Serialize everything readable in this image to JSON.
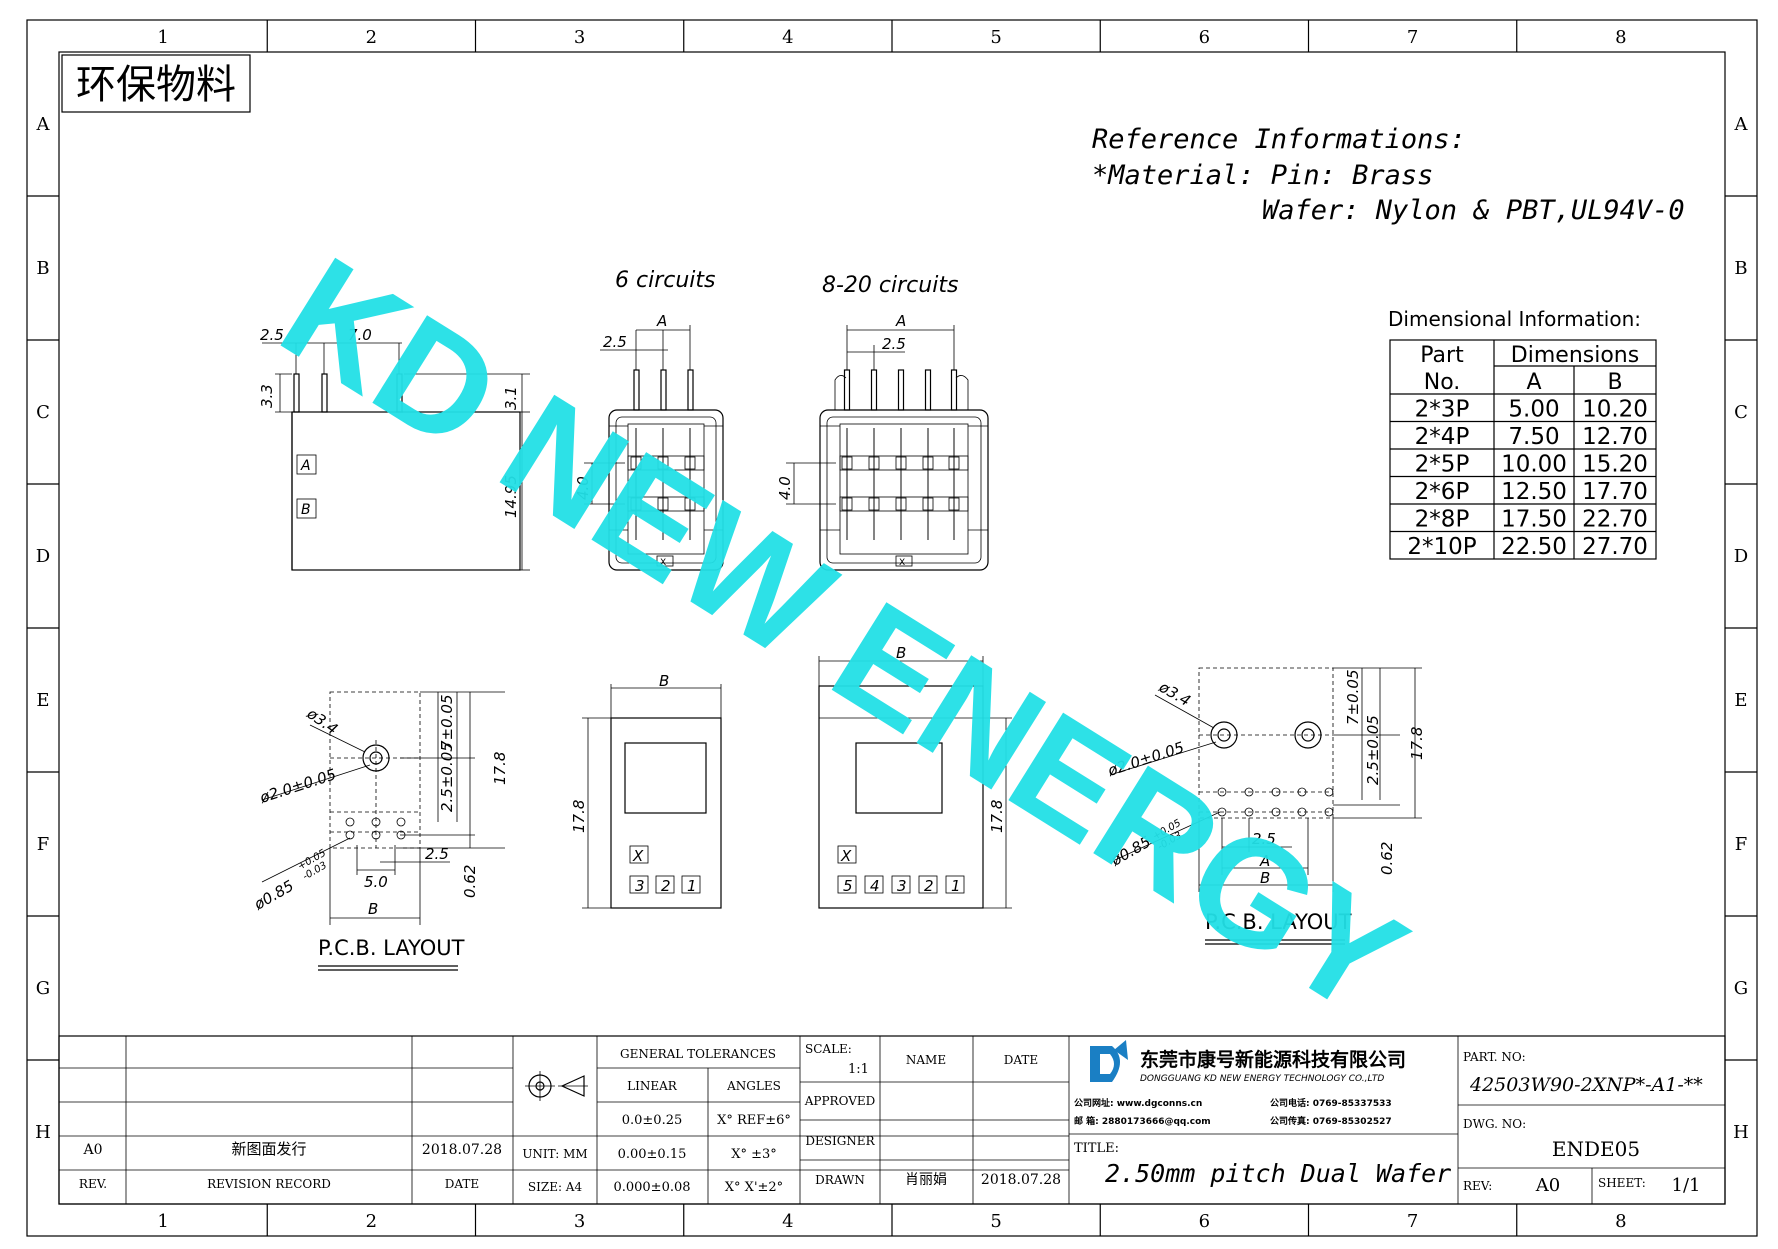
{
  "grid": {
    "columns": [
      "1",
      "2",
      "3",
      "4",
      "5",
      "6",
      "7",
      "8"
    ],
    "rows": [
      "A",
      "B",
      "C",
      "D",
      "E",
      "F",
      "G",
      "H"
    ]
  },
  "badge": "环保物料",
  "watermark": "KD NEW ENERGY",
  "reference": {
    "title": "Reference Informations:",
    "material": "*Material: Pin: Brass",
    "wafer": "Wafer: Nylon & PBT,UL94V-0"
  },
  "views": {
    "six_circuits": "6 circuits",
    "eight_twenty": "8-20 circuits",
    "pcb_layout": "P.C.B. LAYOUT"
  },
  "dims": {
    "d2_5": "2.5",
    "d7_0": "7.0",
    "d3_3": "3.3",
    "d3_1": "3.1",
    "d14_95": "14.95",
    "A": "A",
    "B": "B",
    "d4_0": "4.0",
    "d17_8": "17.8",
    "phi3_4": "ø3.4",
    "phi2_0": "ø2.0±0.05",
    "d7_005": "7±0.05",
    "d2_5_005": "2.5±0.05",
    "phi0_85": "ø0.85",
    "tol_up": "+0.05",
    "tol_dn": "-0.03",
    "d5_0": "5.0",
    "d0_62": "0.62",
    "mark_a": "A",
    "mark_b": "B",
    "mark_x": "X",
    "pins6": [
      "3",
      "2",
      "1"
    ],
    "pins10": [
      "5",
      "4",
      "3",
      "2",
      "1"
    ]
  },
  "dim_table": {
    "caption": "Dimensional Information:",
    "headers": [
      "Part",
      "No.",
      "Dimensions",
      "A",
      "B"
    ],
    "rows": [
      [
        "2*3P",
        "5.00",
        "10.20"
      ],
      [
        "2*4P",
        "7.50",
        "12.70"
      ],
      [
        "2*5P",
        "10.00",
        "15.20"
      ],
      [
        "2*6P",
        "12.50",
        "17.70"
      ],
      [
        "2*8P",
        "17.50",
        "22.70"
      ],
      [
        "2*10P",
        "22.50",
        "27.70"
      ]
    ]
  },
  "title_block": {
    "rev_row": {
      "rev": "A0",
      "record": "新图面发行",
      "date": "2018.07.28"
    },
    "rev_header": {
      "rev": "REV.",
      "record": "REVISION RECORD",
      "date": "DATE"
    },
    "unit": "UNIT: MM",
    "size": "SIZE: A4",
    "general_tolerances": "GENERAL TOLERANCES",
    "linear": "LINEAR",
    "angles": "ANGLES",
    "tol_rows": [
      [
        "0.0±0.25",
        "X° REF±6°"
      ],
      [
        "0.00±0.15",
        "X° ±3°"
      ],
      [
        "0.000±0.08",
        "X° X'±2°"
      ]
    ],
    "scale_label": "SCALE:",
    "scale": "1:1",
    "name": "NAME",
    "date": "DATE",
    "approved": "APPROVED",
    "designer": "DESIGNER",
    "drawn": "DRAWN",
    "drawn_name": "肖丽娟",
    "drawn_date": "2018.07.28",
    "company_cn": "东莞市康号新能源科技有限公司",
    "company_en": "DONGGUANG KD NEW ENERGY TECHNOLOGY CO.,LTD",
    "contact1a": "公司网址: www.dgconns.cn",
    "contact1b": "公司电话: 0769-85337533",
    "contact2a": "邮 箱: 2880173666@qq.com",
    "contact2b": "公司传真: 0769-85302527",
    "title_label": "TITLE:",
    "title": "2.50mm pitch Dual Wafer",
    "part_label": "PART. NO:",
    "part_no": "42503W90-2XNP*-A1-**",
    "dwg_label": "DWG. NO:",
    "dwg_no": "ENDE05",
    "rev_label": "REV:",
    "rev": "A0",
    "sheet_label": "SHEET:",
    "sheet": "1/1"
  },
  "colors": {
    "watermark": "#22dfe6",
    "logo": "#1a7fc4"
  }
}
